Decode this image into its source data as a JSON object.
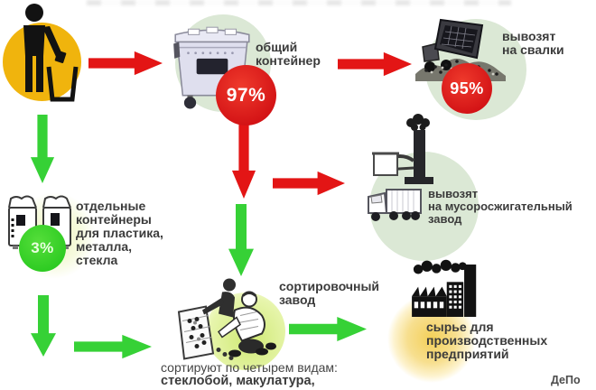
{
  "diagram": {
    "consumer": {
      "icon": "person-throwing-trash-icon"
    },
    "common_container": {
      "icon": "dumpster-icon",
      "label": "общий\nконтейнер",
      "percent": "97%"
    },
    "landfill": {
      "icon": "dump-truck-on-landfill-icon",
      "label": "вывозят\nна свалки",
      "percent": "95%"
    },
    "incinerator": {
      "icon": "truck-and-incinerator-plant-icon",
      "label": "вывозят\nна мусоросжигательный\nзавод"
    },
    "separate_containers": {
      "icon": "recycling-bins-icon",
      "label": "отдельные\nконтейнеры\nдля пластика,\nметалла,\nстекла",
      "percent": "3%"
    },
    "sorting_plant": {
      "icon": "workers-sorting-waste-icon",
      "label": "сортировочный\nзавод",
      "caption_line1": "сортируют по четырем видам:",
      "caption_line2": "стеклобой, макулатура,"
    },
    "factory": {
      "icon": "factory-icon",
      "label": "сырье для\nпроизводственных\nпредприятий"
    }
  },
  "watermark": "ДеПо",
  "colors": {
    "red_arrow": "#e31515",
    "green_arrow": "#36d136",
    "red_badge": "#d9141a",
    "green_badge": "#2ec92e",
    "pale_green_circle": "#dbe8d5",
    "yellow_circle": "#f0b40d",
    "gold_circle": "#f3cf58",
    "lime_circle": "#d7ec85",
    "text": "#3b3b3b"
  }
}
